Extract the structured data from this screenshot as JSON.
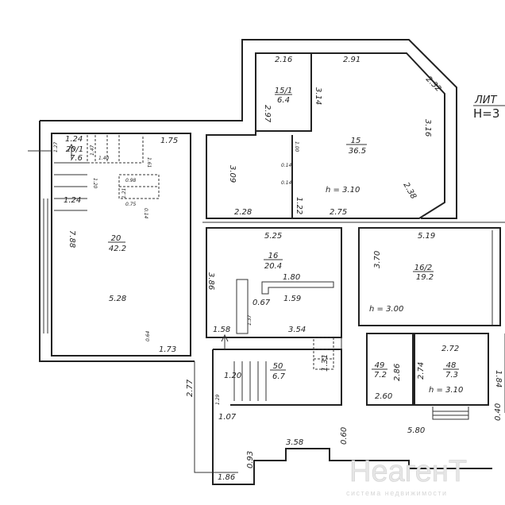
{
  "title_block": {
    "label": "ЛИТ",
    "height": "H=3"
  },
  "rooms": [
    {
      "number": "20",
      "area": "42.2"
    },
    {
      "number": "20/1",
      "area": "7.6"
    },
    {
      "number": "15",
      "area": "36.5",
      "height": "h = 3.10"
    },
    {
      "number": "15/1",
      "area": "6.4"
    },
    {
      "number": "16",
      "area": "20.4"
    },
    {
      "number": "16/2",
      "area": "19.2",
      "height": "h = 3.00"
    },
    {
      "number": "50",
      "area": "6.7"
    },
    {
      "number": "49",
      "area": "7.2"
    },
    {
      "number": "48",
      "area": "7.3",
      "height": "h = 3.10"
    }
  ],
  "dims": {
    "d124a": "1.24",
    "d127": "1.27",
    "d147": "1.47",
    "d140": "1.40",
    "d175": "1.75",
    "d161": "1.61",
    "d120a": "1.20",
    "d124b": "1.24",
    "d098": "0.98",
    "d121": "1.21",
    "d075": "0.75",
    "d014a": "0.14",
    "d788": "7.88",
    "d528": "5.28",
    "d064": "0.64",
    "d173": "1.73",
    "d216": "2.16",
    "d297": "2.97",
    "d314": "3.14",
    "d291": "2.91",
    "d232": "2.32",
    "d316": "3.16",
    "d100": "1.00",
    "d014b": "0.14",
    "d014c": "0.14",
    "d309": "3.09",
    "d122": "1.22",
    "d238": "2.38",
    "d228": "2.28",
    "d275": "2.75",
    "d525": "5.25",
    "d386": "3.86",
    "d180": "1.80",
    "d067": "0.67",
    "d159": "1.59",
    "d137": "1.37",
    "d158": "1.58",
    "d354": "3.54",
    "d519": "5.19",
    "d370": "3.70",
    "d120b": "1.20",
    "d129": "1.29",
    "d107": "1.07",
    "d277": "2.77",
    "d186": "1.86",
    "d093": "0.93",
    "d358": "3.58",
    "d060": "0.60",
    "d131": "1.31",
    "d286": "2.86",
    "d260": "2.60",
    "d272": "2.72",
    "d274": "2.74",
    "d580": "5.80",
    "d184": "1.84",
    "d040": "0.40"
  },
  "watermark": {
    "brand": "НеагенТ",
    "tagline": "система недвижимости"
  }
}
